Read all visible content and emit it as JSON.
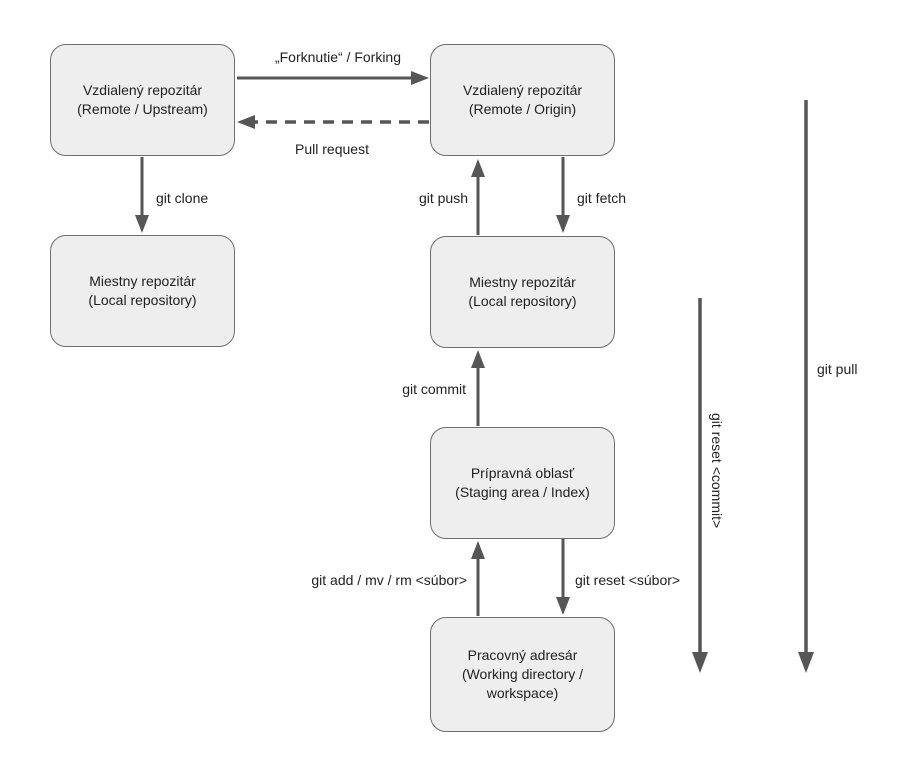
{
  "diagram": {
    "nodes": [
      {
        "id": "remote-upstream",
        "line1": "Vzdialený repozitár",
        "line2": "(Remote / Upstream)"
      },
      {
        "id": "remote-origin",
        "line1": "Vzdialený repozitár",
        "line2": "(Remote / Origin)"
      },
      {
        "id": "local-repo-left",
        "line1": "Miestny repozitár",
        "line2": "(Local repository)"
      },
      {
        "id": "local-repo-right",
        "line1": "Miestny repozitár",
        "line2": "(Local repository)"
      },
      {
        "id": "staging-area",
        "line1": "Prípravná oblasť",
        "line2": "(Staging area / Index)"
      },
      {
        "id": "working-dir",
        "line1": "Pracovný adresár",
        "line2": "(Working directory / workspace)"
      }
    ],
    "labels": {
      "fork": "„Forknutie“ / Forking",
      "pull_request": "Pull request",
      "clone": "git clone",
      "push": "git push",
      "fetch": "git fetch",
      "commit": "git commit",
      "add": "git add / mv / rm <súbor>",
      "reset_file": "git reset <súbor>",
      "reset_commit": "git reset <commit>",
      "pull": "git pull"
    },
    "colors": {
      "node_fill": "#eeeeee",
      "node_border": "#6e6e6e",
      "arrow": "#565656",
      "text": "#212121",
      "background": "#ffffff"
    }
  }
}
